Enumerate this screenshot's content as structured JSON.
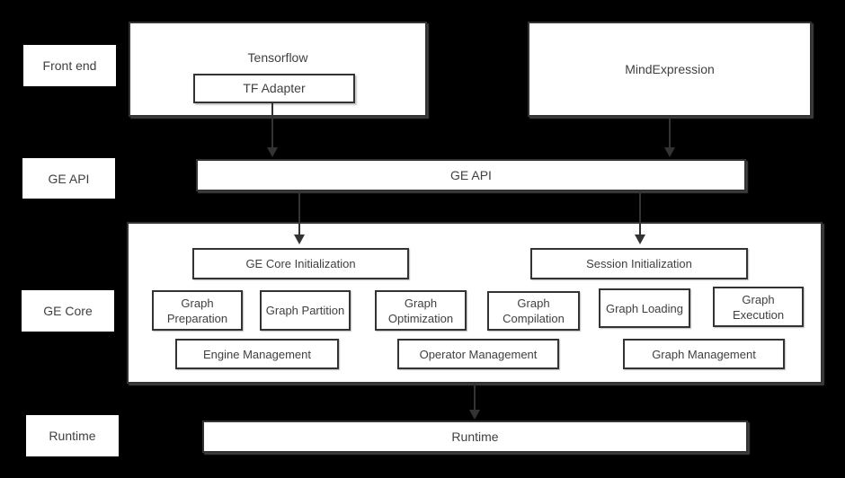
{
  "side_labels": [
    "Front end",
    "GE API",
    "GE Core",
    "Runtime"
  ],
  "front_end": {
    "tensorflow_label": "Tensorflow",
    "tf_adapter_label": "TF Adapter",
    "mind_expression_label": "MindExpression"
  },
  "ge_api_label": "GE API",
  "ge_core": {
    "ge_core_init_label": "GE Core Initialization",
    "session_init_label": "Session Initialization",
    "stages": [
      "Graph Preparation",
      "Graph Partition",
      "Graph Optimization",
      "Graph Compilation",
      "Graph Loading",
      "Graph Execution"
    ],
    "managers": [
      "Engine Management",
      "Operator Management",
      "Graph Management"
    ]
  },
  "runtime_label": "Runtime",
  "connections": [
    {
      "from": "TF Adapter",
      "to": "GE API"
    },
    {
      "from": "MindExpression",
      "to": "GE API"
    },
    {
      "from": "GE API",
      "to": "GE Core Initialization"
    },
    {
      "from": "GE API",
      "to": "Session Initialization"
    },
    {
      "from": "GE Core",
      "to": "Runtime"
    }
  ],
  "colors": {
    "background": "#000000",
    "box_fill": "#ffffff",
    "box_border": "#333333",
    "text": "#404040",
    "arrow": "#333333"
  }
}
